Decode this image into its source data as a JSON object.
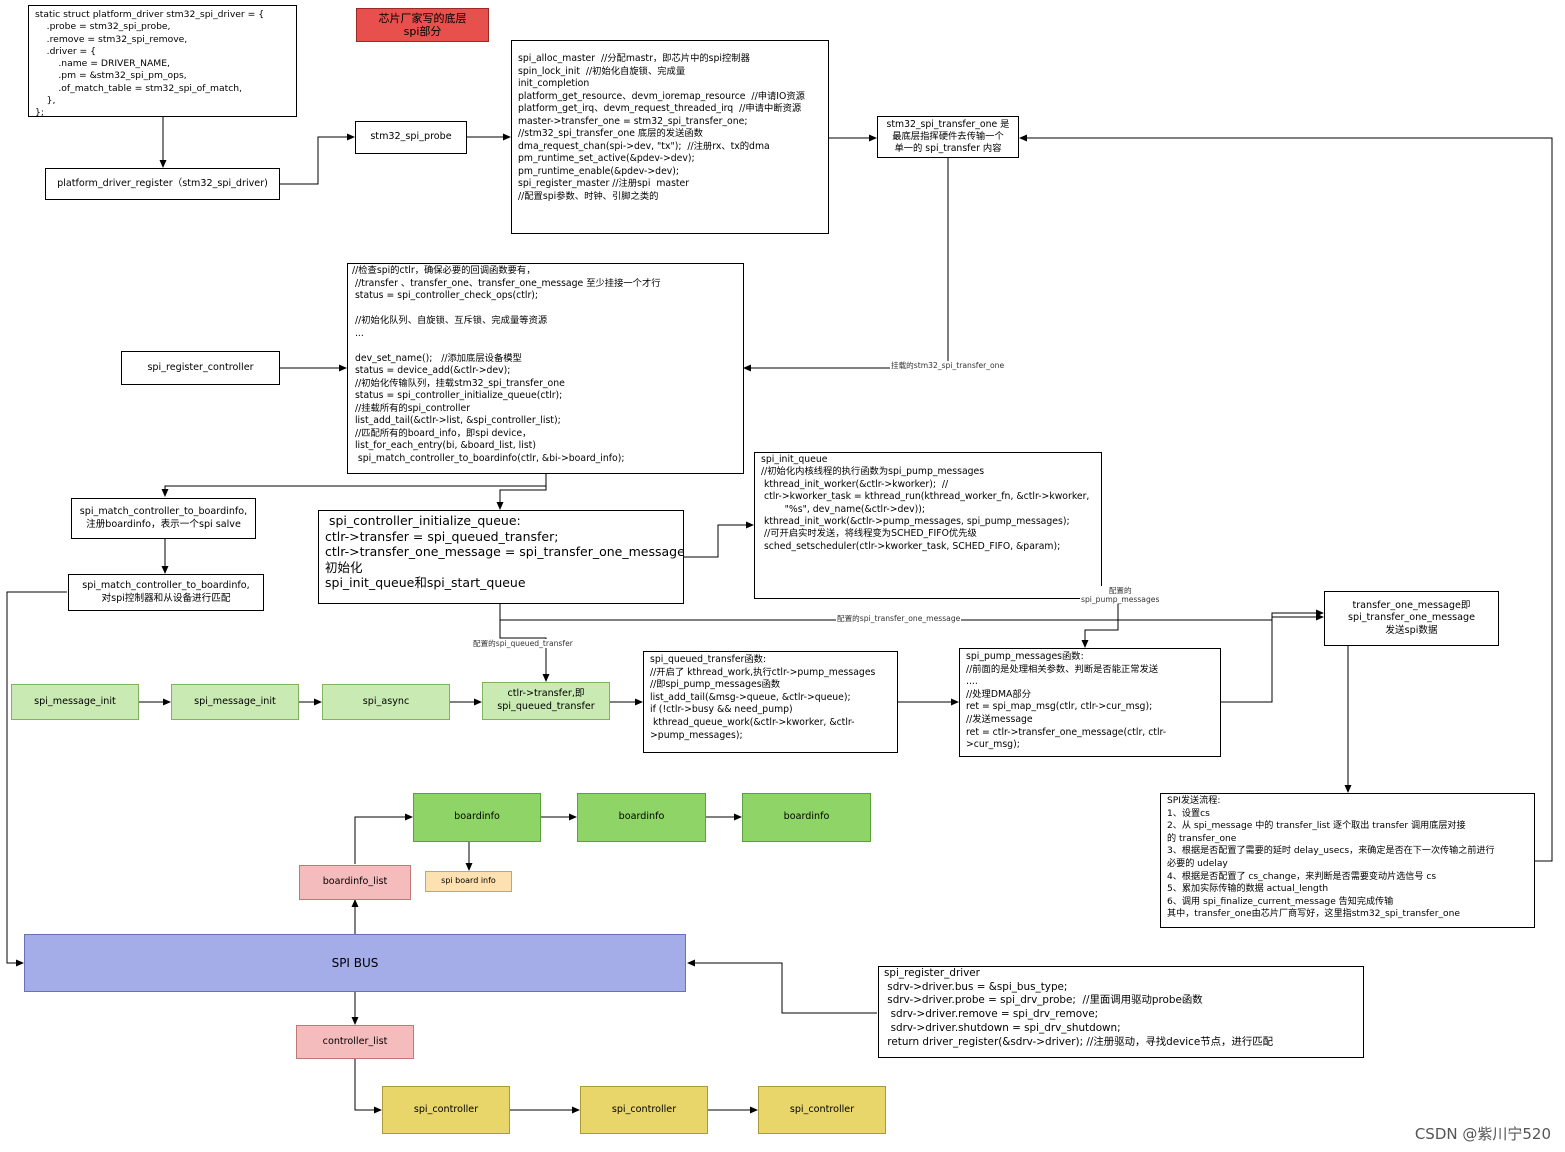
{
  "header": {
    "vendor_label": "芯片厂家写的底层\nspi部分"
  },
  "boxes": {
    "platform_driver_struct": "static struct platform_driver stm32_spi_driver = {\n    .probe = stm32_spi_probe,\n    .remove = stm32_spi_remove,\n    .driver = {\n        .name = DRIVER_NAME,\n        .pm = &stm32_spi_pm_ops,\n        .of_match_table = stm32_spi_of_match,\n    },\n};",
    "platform_driver_register": "platform_driver_register（stm32_spi_driver)",
    "stm32_spi_probe": "stm32_spi_probe",
    "probe_details": "spi_alloc_master  //分配mastr，即芯片中的spi控制器\nspin_lock_init  //初始化自旋锁、完成量\ninit_completion\nplatform_get_resource、devm_ioremap_resource  //申请IO资源\nplatform_get_irq、devm_request_threaded_irq  //申请中断资源\nmaster->transfer_one = stm32_spi_transfer_one;\n//stm32_spi_transfer_one 底层的发送函数\ndma_request_chan(spi->dev, \"tx\");  //注册rx、tx的dma\npm_runtime_set_active(&pdev->dev);\npm_runtime_enable(&pdev->dev);\nspi_register_master //注册spi  master\n//配置spi参数、时钟、引脚之类的",
    "transfer_one_desc": "stm32_spi_transfer_one 是\n最底层指挥硬件去传输一个\n单一的 spi_transfer 内容",
    "spi_register_controller": "spi_register_controller",
    "register_controller_details": "//检查spi的ctlr，确保必要的回调函数要有，\n //transfer 、transfer_one、transfer_one_message 至少挂接一个才行\n status = spi_controller_check_ops(ctlr);\n\n //初始化队列、自旋锁、互斥锁、完成量等资源\n ...\n\n dev_set_name();   //添加底层设备模型\n status = device_add(&ctlr->dev);\n //初始化传输队列，挂载stm32_spi_transfer_one\n status = spi_controller_initialize_queue(ctlr);\n //挂载所有的spi_controller\n list_add_tail(&ctlr->list, &spi_controller_list);\n //匹配所有的board_info，即spi device，\n list_for_each_entry(bi, &board_list, list)\n  spi_match_controller_to_boardinfo(ctlr, &bi->board_info);",
    "match_boardinfo_1": "spi_match_controller_to_boardinfo,\n注册boardinfo，表示一个spi salve",
    "match_boardinfo_2": "spi_match_controller_to_boardinfo,\n对spi控制器和从设备进行匹配",
    "initialize_queue": " spi_controller_initialize_queue:\nctlr->transfer = spi_queued_transfer;\nctlr->transfer_one_message = spi_transfer_one_message;\n初始化\nspi_init_queue和spi_start_queue",
    "spi_init_queue": "spi_init_queue\n//初始化内核线程的执行函数为spi_pump_messages\n kthread_init_worker(&ctlr->kworker);  //\n ctlr->kworker_task = kthread_run(kthread_worker_fn, &ctlr->kworker,\n        \"%s\", dev_name(&ctlr->dev));\n kthread_init_work(&ctlr->pump_messages, spi_pump_messages);\n //可开启实时发送，将线程变为SCHED_FIFO优先级\n sched_setscheduler(ctlr->kworker_task, SCHED_FIFO, &param);",
    "transfer_one_message_desc": "transfer_one_message即\nspi_transfer_one_message\n发送spi数据",
    "spi_message_init_1": "spi_message_init",
    "spi_message_init_2": "spi_message_init",
    "spi_async": "spi_async",
    "ctlr_transfer": "ctlr->transfer,即\nspi_queued_transfer",
    "spi_queued_transfer": "spi_queued_transfer函数:\n//开启了 kthread_work,执行ctlr->pump_messages\n//即spi_pump_messages函数\nlist_add_tail(&msg->queue, &ctlr->queue);\nif (!ctlr->busy && need_pump)\n kthread_queue_work(&ctlr->kworker, &ctlr-\n>pump_messages);",
    "spi_pump_messages": "spi_pump_messages函数:\n//前面的是处理相关参数、判断是否能正常发送\n....\n//处理DMA部分\nret = spi_map_msg(ctlr, ctlr->cur_msg);\n//发送message\nret = ctlr->transfer_one_message(ctlr, ctlr-\n>cur_msg);",
    "spi_send_flow": "SPI发送流程:\n1、设置cs\n2、从 spi_message 中的 transfer_list 逐个取出 transfer 调用底层对接\n的 transfer_one\n3、根据是否配置了需要的延时 delay_usecs，来确定是否在下一次传输之前进行\n必要的 udelay\n4、根据是否配置了 cs_change，来判断是否需要变动片选信号 cs\n5、累加实际传输的数据 actual_length\n6、调用 spi_finalize_current_message 告知完成传输\n其中，transfer_one由芯片厂商写好，这里指stm32_spi_transfer_one",
    "boardinfo_1": "boardinfo",
    "boardinfo_2": "boardinfo",
    "boardinfo_3": "boardinfo",
    "boardinfo_list": "boardinfo_list",
    "spi_board_info": "spi board info",
    "spi_bus": "SPI BUS",
    "spi_register_driver": "spi_register_driver\n sdrv->driver.bus = &spi_bus_type;\n sdrv->driver.probe = spi_drv_probe;  //里面调用驱动probe函数\n  sdrv->driver.remove = spi_drv_remove;\n  sdrv->driver.shutdown = spi_drv_shutdown;\n return driver_register(&sdrv->driver); //注册驱动，寻找device节点，进行匹配",
    "controller_list": "controller_list",
    "spi_controller_1": "spi_controller",
    "spi_controller_2": "spi_controller",
    "spi_controller_3": "spi_controller"
  },
  "edge_labels": {
    "mount_transfer_one": "挂载的stm32_spi_transfer_one",
    "configured_pump_messages": "配置的\nspi_pump_messages",
    "configured_transfer_one_message": "配置的spi_transfer_one_message",
    "configured_queued_transfer": "配置的spi_queued_transfer"
  },
  "watermark": "CSDN @紫川宁520",
  "colors": {
    "vendor_red": "#e8504d",
    "msg_green": "#c9ebb3",
    "boardinfo_green": "#8fd466",
    "list_pink": "#f4bcbc",
    "controller_yellow": "#e8d66b",
    "board_info_orange": "#fde1b0",
    "bus_blue": "#a4ade8"
  }
}
